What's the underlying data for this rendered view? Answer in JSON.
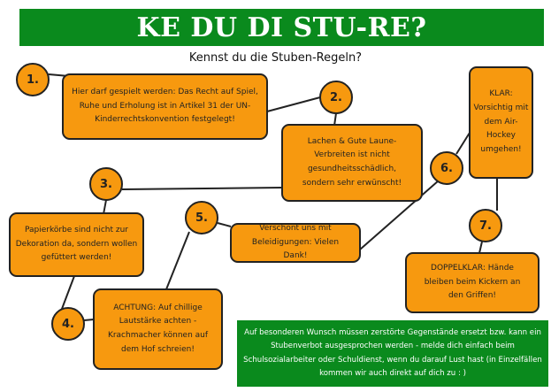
{
  "title": "KE DU DI STU-RE?",
  "subtitle": "Kennst du die Stuben-Regeln?",
  "rules": [
    {
      "number": "1.",
      "text": "Hier darf gespielt werden: Das Recht auf Spiel, Ruhe und Erholung ist in Artikel 31 der UN-Kinderrechtskonvention festgelegt!"
    },
    {
      "number": "2.",
      "text": "Lachen & Gute Laune-Verbreiten ist nicht gesundheitsschädlich, sondern sehr erwünscht!"
    },
    {
      "number": "3.",
      "text": "Papierkörbe sind nicht zur Dekoration da, sondern wollen gefüttert werden!"
    },
    {
      "number": "4.",
      "text": "ACHTUNG: Auf chillige Lautstärke achten - Krachmacher können auf dem Hof schreien!"
    },
    {
      "number": "5.",
      "text": "Verschont uns mit Beleidigungen: Vielen Dank!"
    },
    {
      "number": "6.",
      "text": "KLAR: Vorsichtig mit dem Air-Hockey umgehen!"
    },
    {
      "number": "7.",
      "text": "DOPPELKLAR: Hände bleiben beim Kickern an den Griffen!"
    }
  ],
  "note": "Auf besonderen Wunsch müssen zerstörte Gegenstände ersetzt bzw. kann ein Stubenverbot ausgesprochen werden - melde dich einfach beim Schulsozialarbeiter oder Schuldienst, wenn du darauf Lust hast (in Einzelfällen kommen wir auch direkt auf dich zu : )",
  "colors": {
    "green": "#0a8a1d",
    "orange": "#f7990f"
  }
}
